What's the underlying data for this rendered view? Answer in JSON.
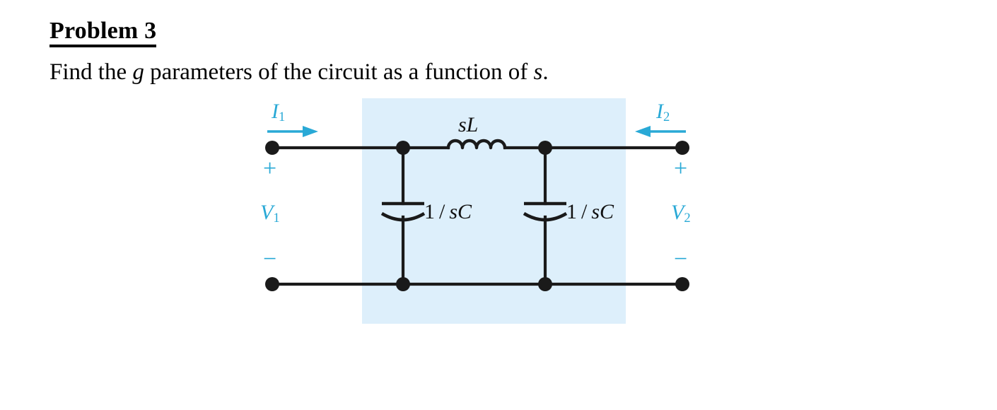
{
  "document": {
    "heading": "Problem 3",
    "prompt": {
      "part1": "Find the ",
      "italic1": "g",
      "part2": " parameters of the circuit as a function of ",
      "italic2": "s",
      "part3": "."
    }
  },
  "figure": {
    "name": "two-port-ladder-network",
    "shaded_region_color": "#ddeffb",
    "label_color": "#29a9d6",
    "wire_color": "#1a1a1a",
    "labels": {
      "current_left": "I",
      "current_left_sub": "1",
      "current_right": "I",
      "current_right_sub": "2",
      "voltage_left": "V",
      "voltage_left_sub": "1",
      "voltage_right": "V",
      "voltage_right_sub": "2",
      "plus_left": "+",
      "minus_left": "−",
      "plus_right": "+",
      "minus_right": "−",
      "inductor": "sL",
      "capacitor_left": "1/sC",
      "capacitor_right": "1/sC"
    },
    "components": [
      {
        "type": "inductor",
        "label": "sL",
        "orientation": "horizontal"
      },
      {
        "type": "capacitor",
        "label": "1/sC",
        "orientation": "vertical"
      },
      {
        "type": "capacitor",
        "label": "1/sC",
        "orientation": "vertical"
      }
    ],
    "arrow_directions": {
      "current_left": "right",
      "current_right": "left"
    }
  }
}
